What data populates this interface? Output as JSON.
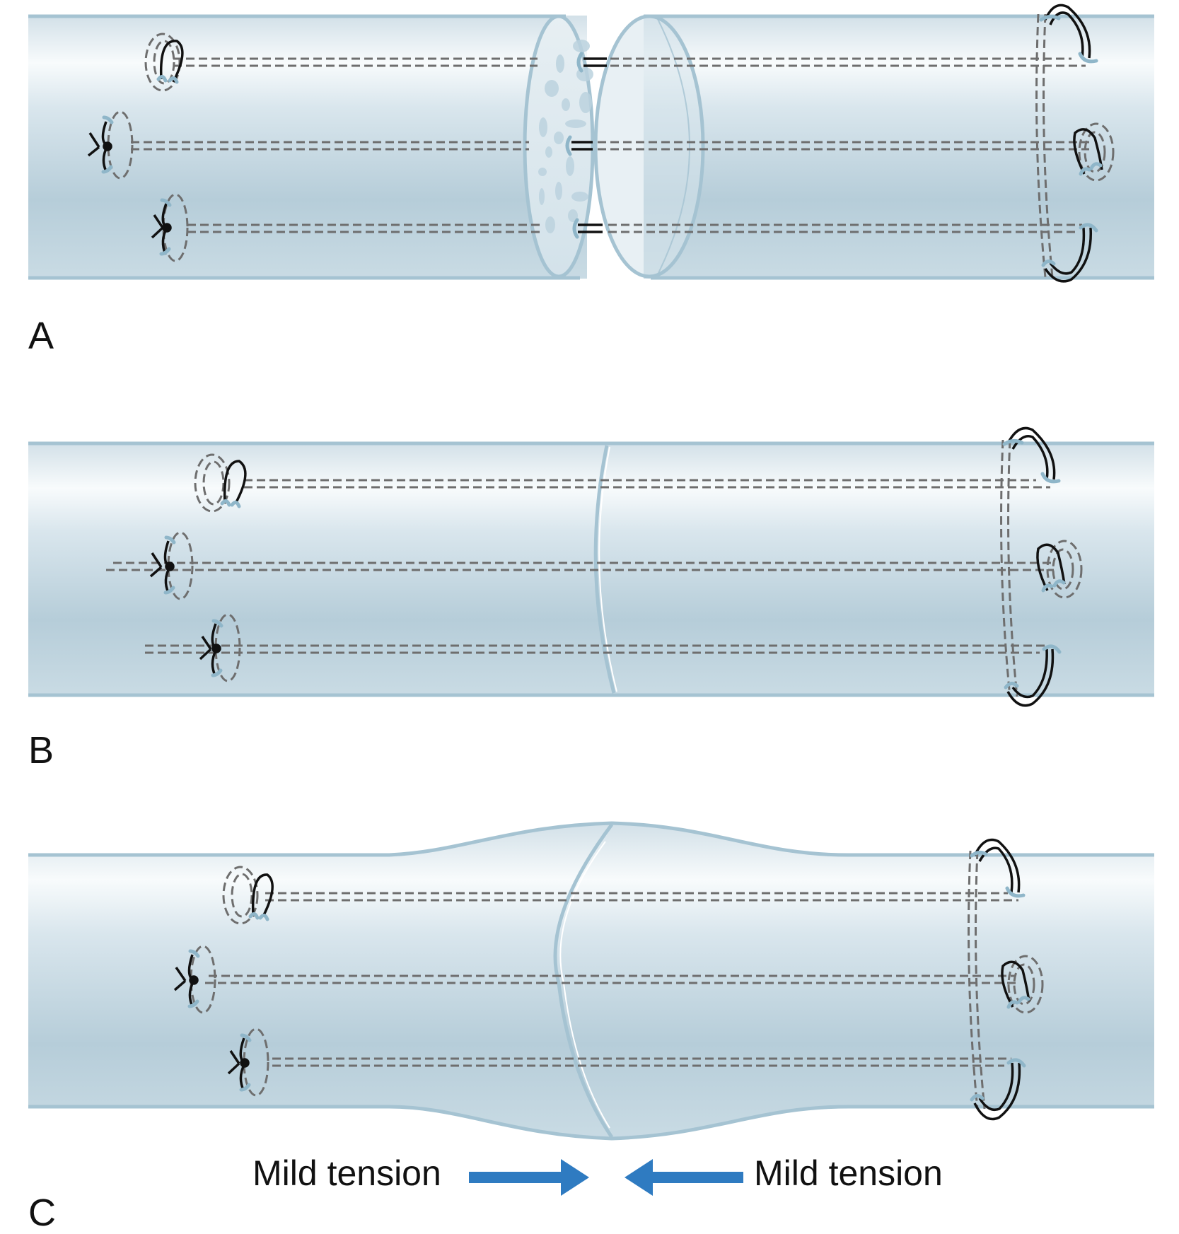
{
  "figure": {
    "type": "medical-illustration",
    "subject": "nerve/tube end-to-end suture repair",
    "colors": {
      "tube_top": "#d3e1e9",
      "tube_highlight": "#f7fafc",
      "tube_body": "#b8cfdb",
      "tube_edge": "#a5c3d2",
      "suture_dashed": "#6e6e6e",
      "suture_solid": "#111111",
      "suture_entry": "#8fb6c9",
      "arrow": "#2f7bc1",
      "fascicle_spots": "#bcd3df"
    },
    "panels": [
      {
        "id": "A",
        "label": "A",
        "state": "ends apart, cut face visible"
      },
      {
        "id": "B",
        "label": "B",
        "state": "ends coapted"
      },
      {
        "id": "C",
        "label": "C",
        "state": "ends coapted with bulge under tension"
      }
    ],
    "annotations": {
      "left_tension": "Mild tension",
      "right_tension": "Mild tension",
      "arrow_left_icon": "arrow-right-icon",
      "arrow_right_icon": "arrow-left-icon"
    }
  }
}
